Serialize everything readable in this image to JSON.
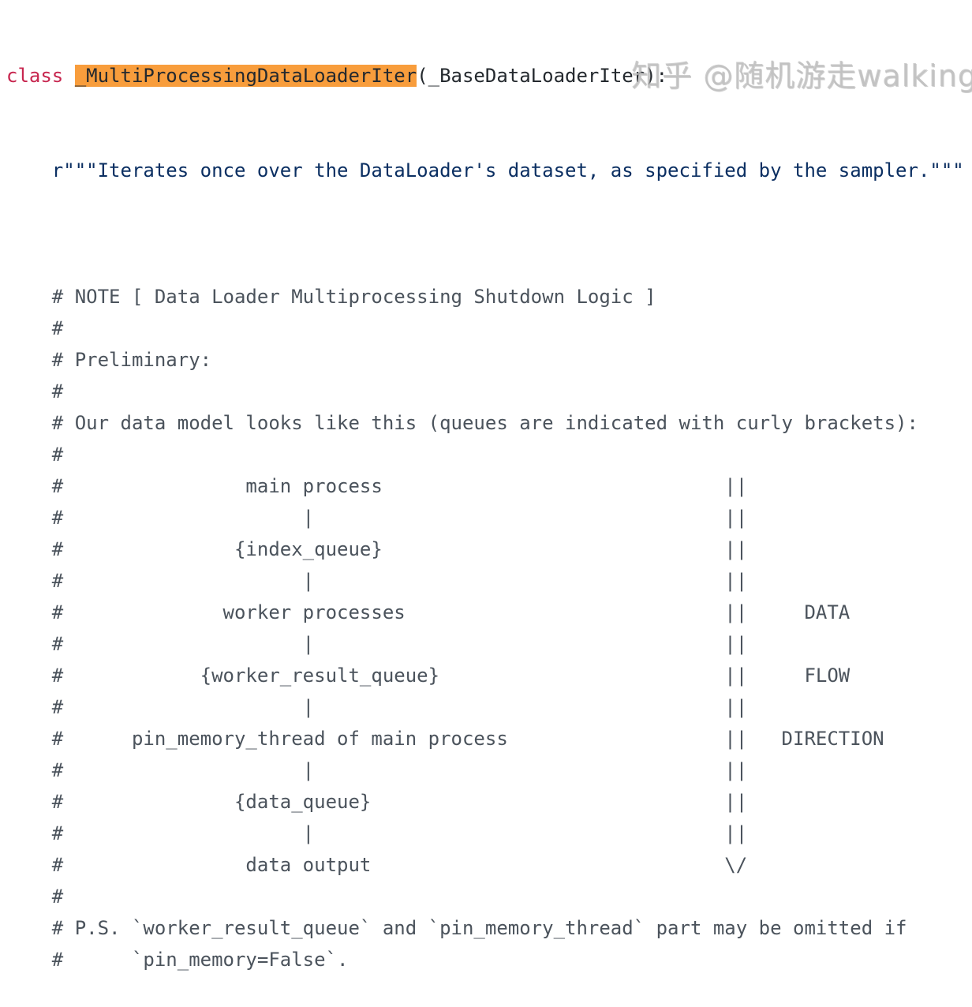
{
  "code": {
    "class_keyword": "class",
    "class_name": "_MultiProcessingDataLoaderIter",
    "class_base": "(_BaseDataLoaderIter):",
    "indent": "    ",
    "docstring": "r\"\"\"Iterates once over the DataLoader's dataset, as specified by the sampler.\"\"\"",
    "comment_lines": [
      "",
      "    # NOTE [ Data Loader Multiprocessing Shutdown Logic ]",
      "    #",
      "    # Preliminary:",
      "    #",
      "    # Our data model looks like this (queues are indicated with curly brackets):",
      "    #",
      "    #                main process                              ||",
      "    #                     |                                    ||",
      "    #               {index_queue}                              ||",
      "    #                     |                                    ||",
      "    #              worker processes                            ||     DATA",
      "    #                     |                                    ||",
      "    #            {worker_result_queue}                         ||     FLOW",
      "    #                     |                                    ||",
      "    #      pin_memory_thread of main process                   ||   DIRECTION",
      "    #                     |                                    ||",
      "    #               {data_queue}                               ||",
      "    #                     |                                    ||",
      "    #                data output                               \\/",
      "    #",
      "    # P.S. `worker_result_queue` and `pin_memory_thread` part may be omitted if",
      "    #      `pin_memory=False`."
    ],
    "highlight_color": "#f89d3c",
    "keyword_color": "#c7254e",
    "docstring_color": "#0b2f62"
  },
  "watermark": "知乎 @随机游走walking"
}
